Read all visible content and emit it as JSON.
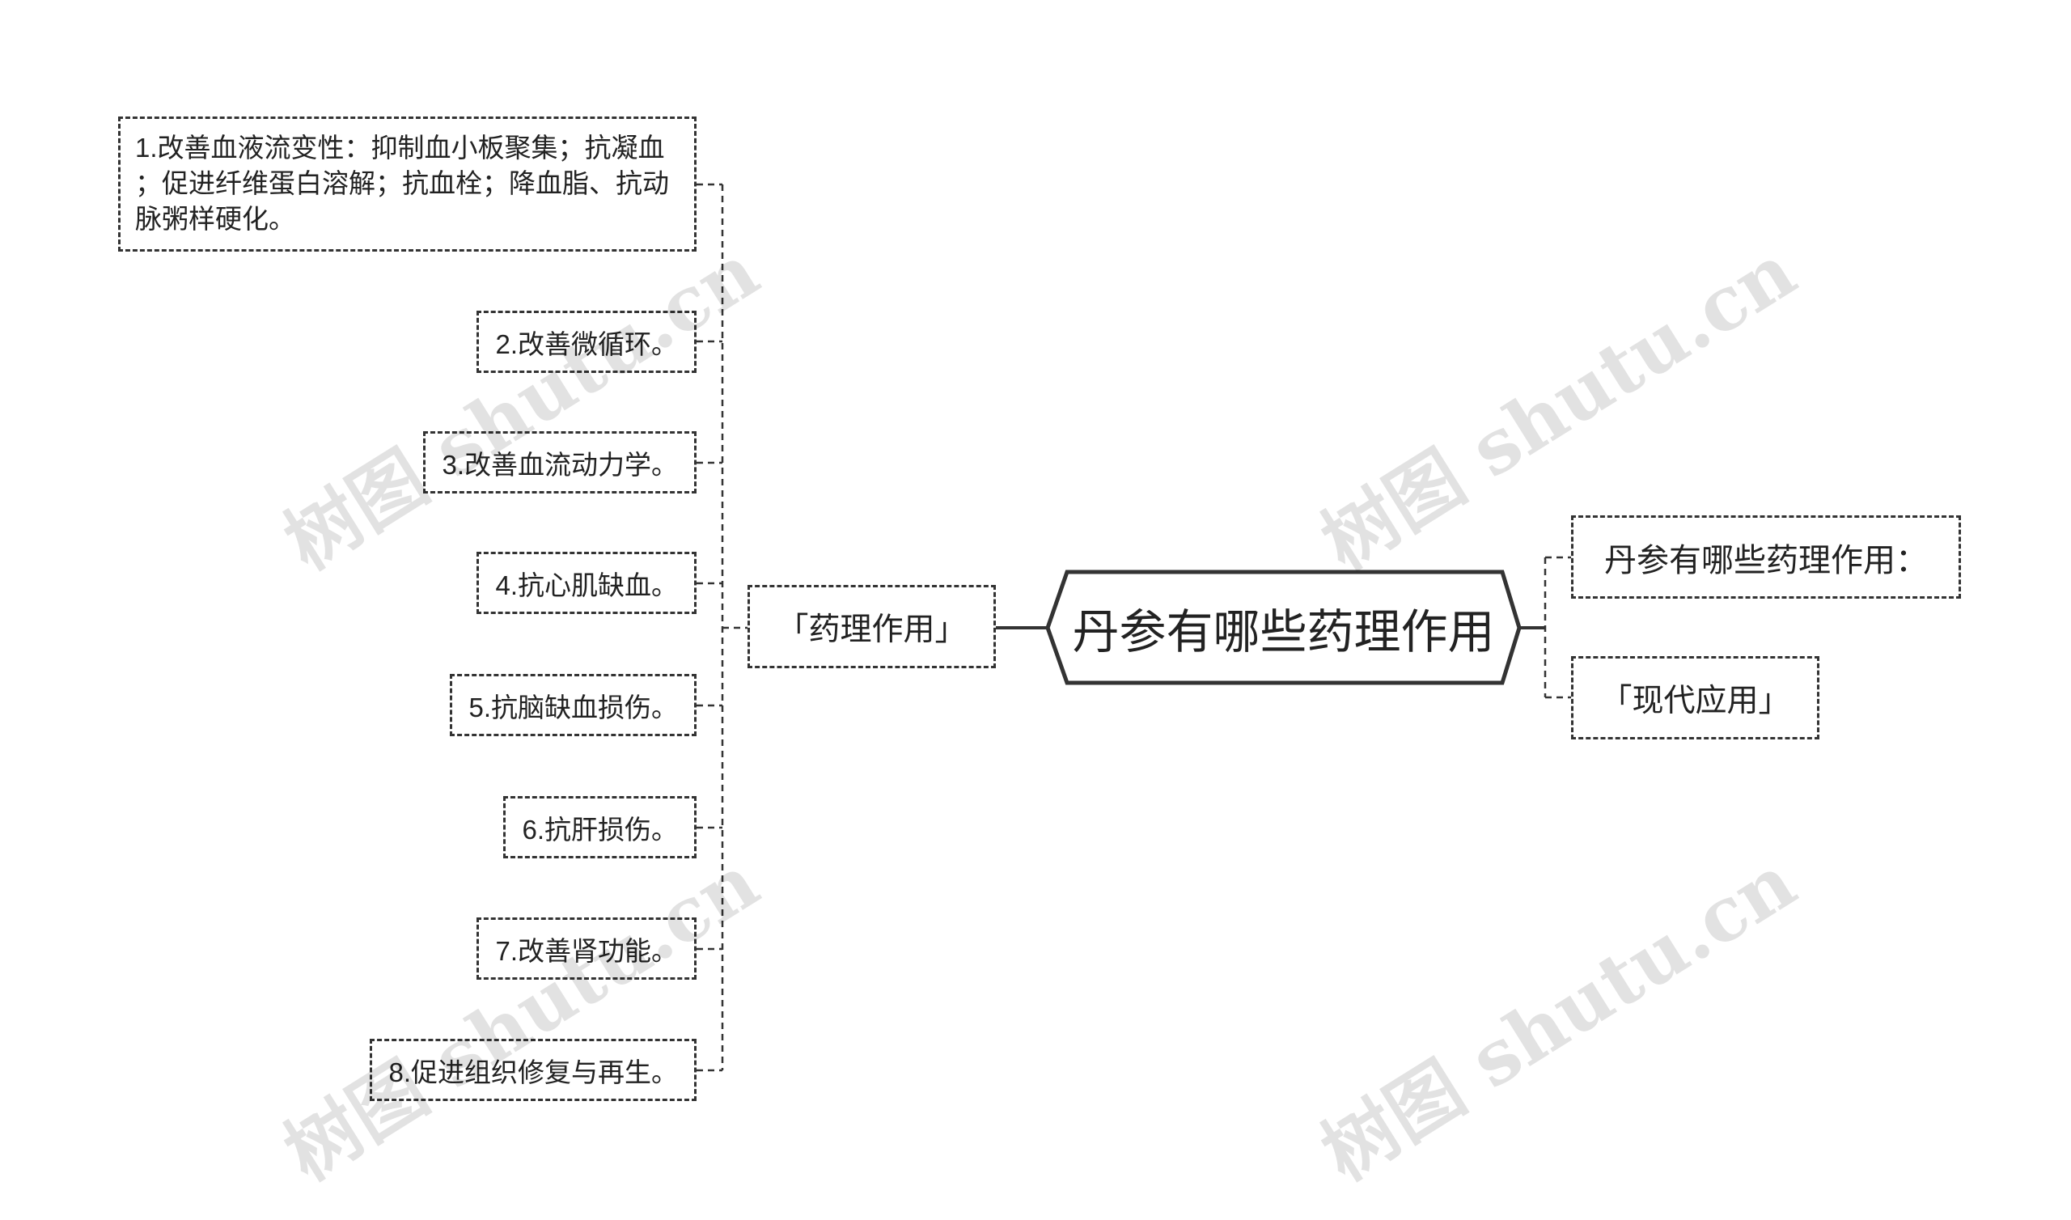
{
  "watermark": "树图 shutu.cn",
  "colors": {
    "ink": "#333333",
    "background": "#ffffff"
  },
  "root": {
    "label": "丹参有哪些药理作用"
  },
  "left_branch": {
    "label": "「药理作用」",
    "children": [
      "1.改善血液流变性：抑制血小板聚集；抗凝血；促进纤维蛋白溶解；抗血栓；降血脂、抗动脉粥样硬化。",
      "2.改善微循环。",
      "3.改善血流动力学。",
      "4.抗心肌缺血。",
      "5.抗脑缺血损伤。",
      "6.抗肝损伤。",
      "7.改善肾功能。",
      "8.促进组织修复与再生。"
    ]
  },
  "right_branches": [
    {
      "label": "丹参有哪些药理作用："
    },
    {
      "label": "「现代应用」"
    }
  ]
}
